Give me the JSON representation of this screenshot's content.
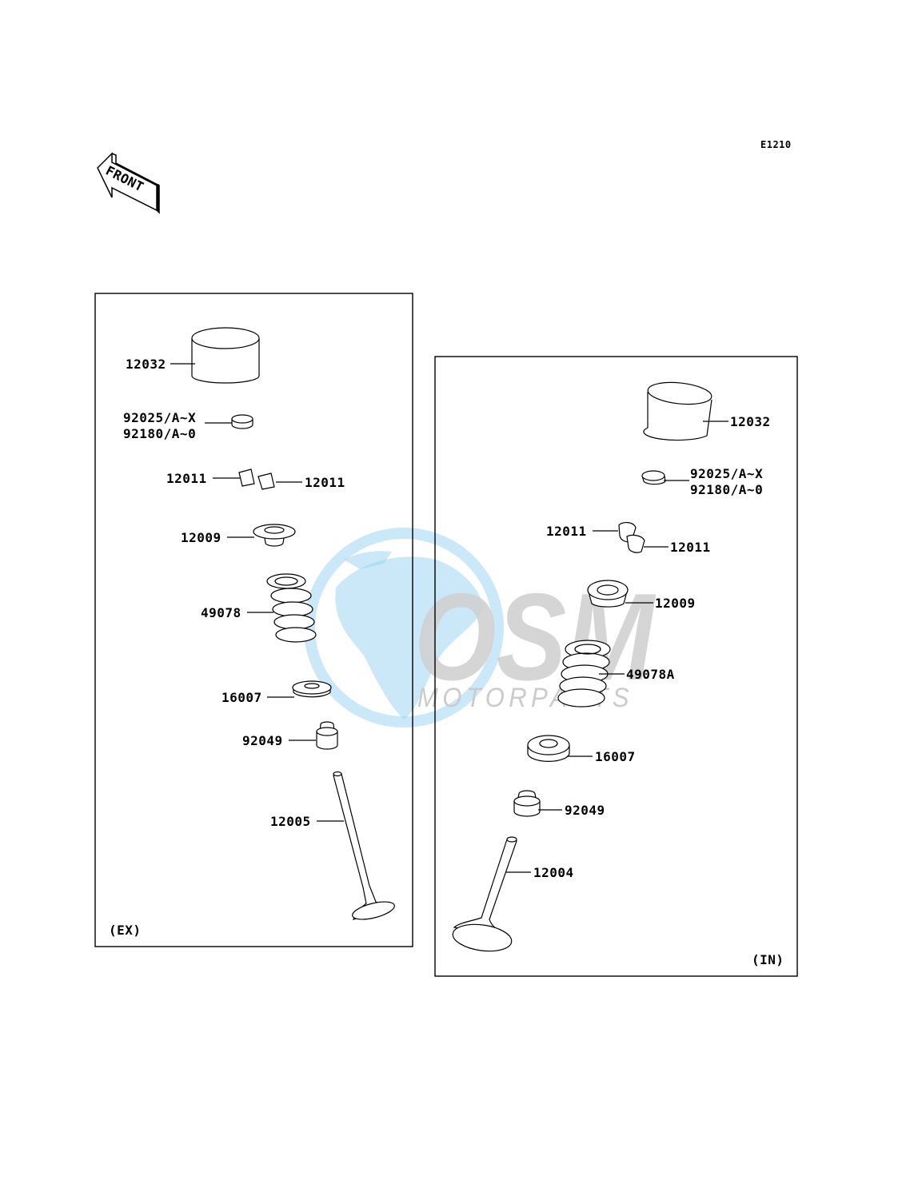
{
  "diagram_code": "E1210",
  "front_label": "FRONT",
  "watermark": {
    "brand": "OSM",
    "tagline": "MOTORPARTS",
    "colors": {
      "globe": "#8ecdf0",
      "letters": "#c8c8c8",
      "tagline": "#c2c2c2"
    }
  },
  "ex_panel": {
    "tag": "(EX)",
    "labels": {
      "lifter": "12032",
      "shim_a": "92025/A~X",
      "shim_b": "92180/A~0",
      "cotter_left": "12011",
      "cotter_right": "12011",
      "retainer": "12009",
      "spring": "49078",
      "spring_seat": "16007",
      "stem_seal": "92049",
      "valve": "12005"
    }
  },
  "in_panel": {
    "tag": "(IN)",
    "labels": {
      "lifter": "12032",
      "shim_a": "92025/A~X",
      "shim_b": "92180/A~0",
      "cotter_left": "12011",
      "cotter_right": "12011",
      "retainer": "12009",
      "spring": "49078A",
      "spring_seat": "16007",
      "stem_seal": "92049",
      "valve": "12004"
    }
  }
}
